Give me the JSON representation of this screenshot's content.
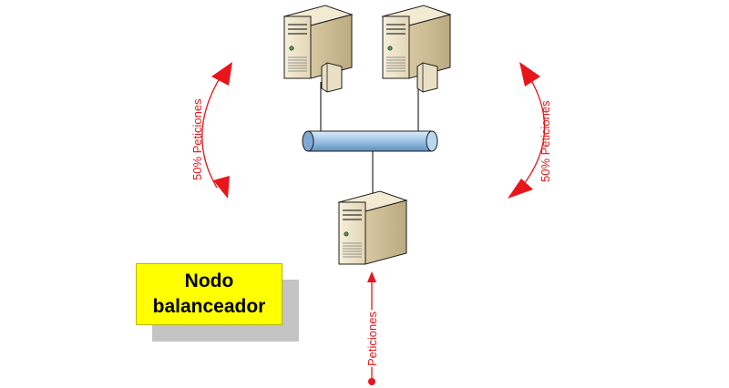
{
  "diagram": {
    "balancer_label_line1": "Nodo",
    "balancer_label_line2": "balanceador",
    "left_flow_label": "50% Peticiones",
    "right_flow_label": "50% Peticiones",
    "incoming_label": "Peticiones",
    "colors": {
      "arrow": "#e8151a",
      "bus": "#9cc3e6",
      "label_box": "#ffff00",
      "shadow": "#c4c4c4",
      "server_body": "#eadfc5"
    }
  }
}
